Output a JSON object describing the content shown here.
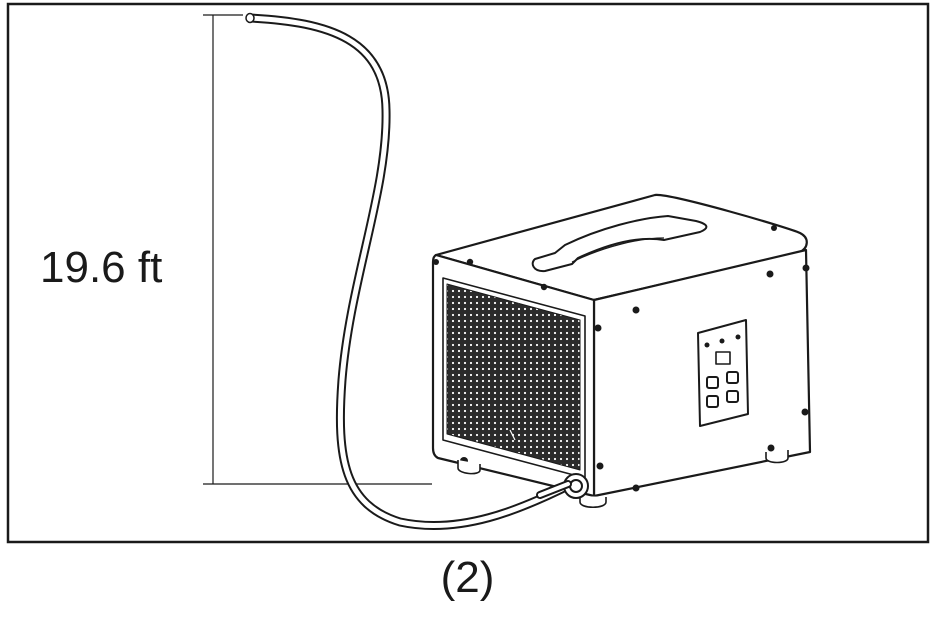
{
  "figure": {
    "dimension_label": "19.6 ft",
    "caption": "(2)"
  },
  "colors": {
    "line": "#1a1a1a",
    "background": "#ffffff",
    "grille": "#2b2b2b"
  },
  "icons": [
    "dehumidifier-unit-illustration",
    "drain-hose-illustration",
    "carry-handle-icon",
    "control-panel-icon"
  ]
}
